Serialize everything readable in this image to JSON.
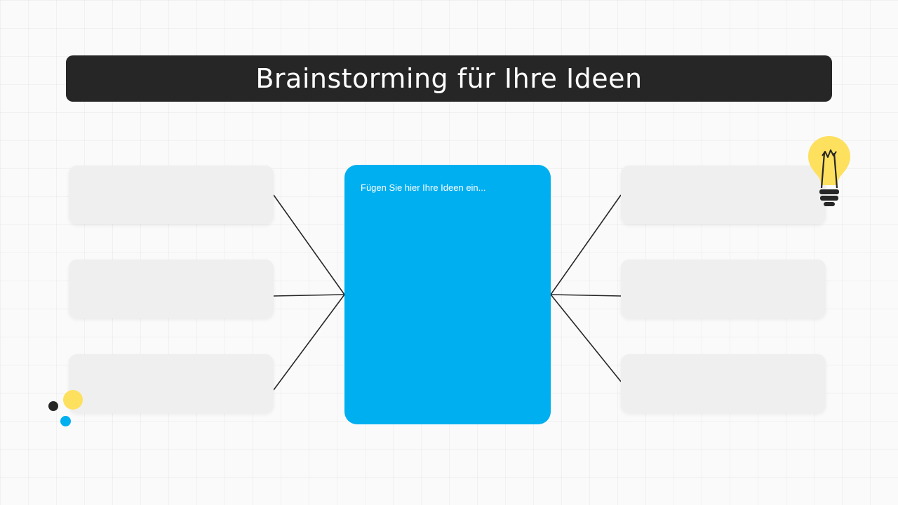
{
  "title": "Brainstorming für Ihre Ideen",
  "center": {
    "placeholder": "Fügen Sie hier Ihre Ideen ein..."
  },
  "idea_boxes": {
    "left": [
      "",
      "",
      ""
    ],
    "right": [
      "",
      "",
      ""
    ]
  },
  "colors": {
    "title_bar": "#262626",
    "center_card": "#00aff0",
    "idea_box": "#efefef",
    "bulb": "#fde05e",
    "dot_dark": "#262626",
    "dot_yellow": "#fde05e",
    "dot_blue": "#00aff0"
  },
  "icons": {
    "decor_top_right": "lightbulb-icon",
    "decor_bottom_left": "dots-decoration"
  }
}
